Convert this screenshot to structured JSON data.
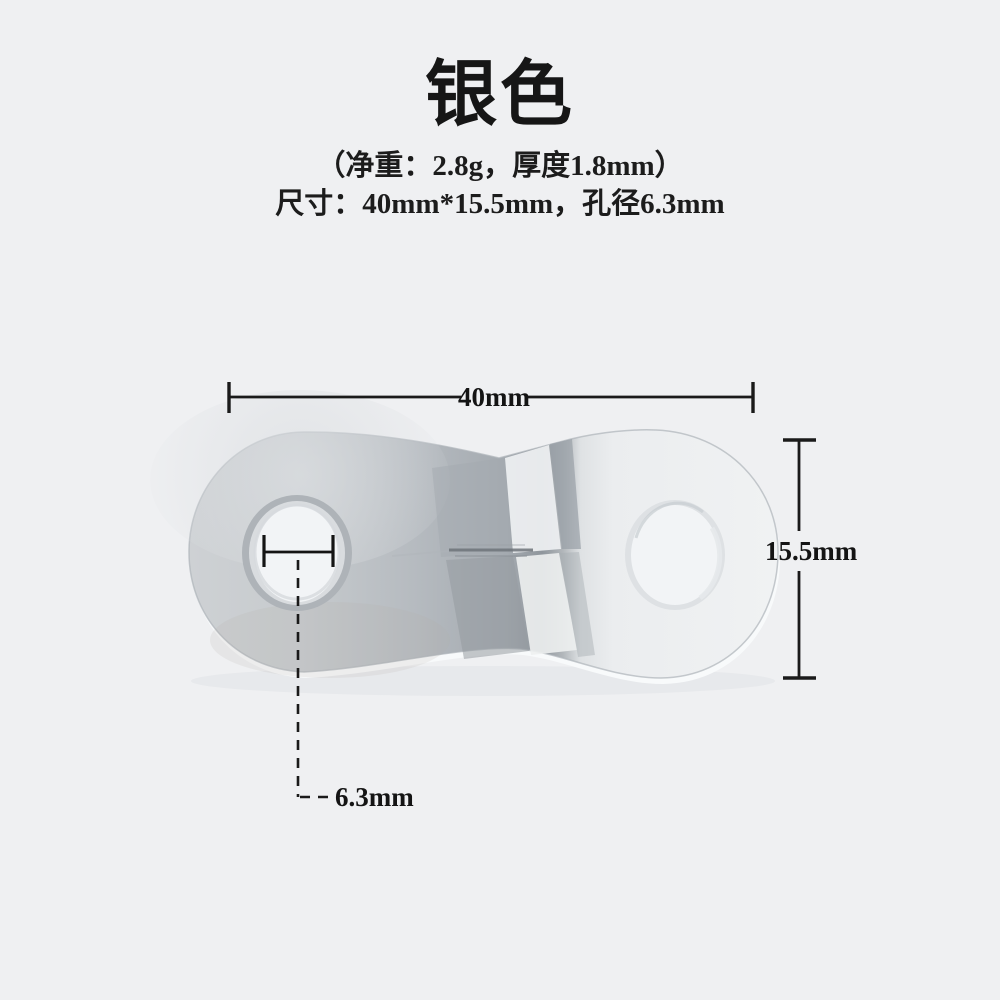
{
  "page": {
    "background_color": "#eff0f2",
    "text_color": "#1c1c1c"
  },
  "header": {
    "title": "银色",
    "weight_thickness_line": "（净重：2.8g，厚度1.8mm）",
    "size_line": "尺寸：40mm*15.5mm，孔径6.3mm"
  },
  "dimensions": {
    "width_label": "40mm",
    "height_label": "15.5mm",
    "hole_diameter_label": "6.3mm",
    "line_color": "#1a1a1a"
  },
  "product": {
    "photo_name": "silver-metal-cord-adjuster-with-two-holes",
    "color_name": "银色",
    "metal_colors": {
      "light": "#f0f2f3",
      "mid": "#b6bbc0",
      "shadow": "#8f969c"
    }
  }
}
